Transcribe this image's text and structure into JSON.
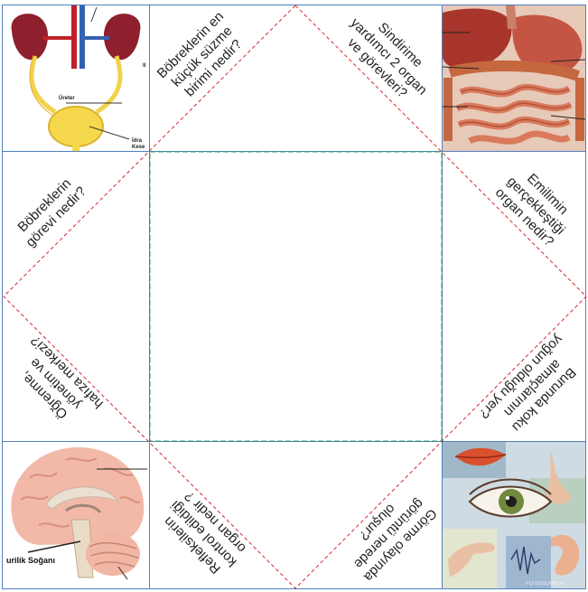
{
  "questions": {
    "top_left": "Böbreklerin en\nküçük süzme\nbirimi nedir?",
    "top_right": "Sindirime\nyardımcı 2 organ\nve görevleri?",
    "left_top": "Böbreklerin\ngörevi nedir?",
    "right_top": "Emilimin\ngerçekleştiği\norgan nedir?",
    "left_bottom": "Öğrenme,\nyönetim ve\nhafıza merkezi?",
    "right_bottom": "Burunda koku\nalmaçlarının\nyoğun olduğu yer?",
    "bottom_left": "Refleksilerin\nkontrol edildiği\norgan nedir ?",
    "bottom_right": "Görme olayında\ngörüntü nerede\noluşur?"
  },
  "image_labels": {
    "kidney_ureter": "Üreter",
    "kidney_bladder_1": "İdra",
    "kidney_bladder_2": "Kese",
    "kidney_side": "II",
    "brain_label": "urilik Soğanı",
    "senses_watermark": "FOTOSEARCH"
  },
  "colors": {
    "grid": "#4f81bd",
    "red_dash": "#d9252b",
    "green_dash": "#2e9a5c"
  }
}
